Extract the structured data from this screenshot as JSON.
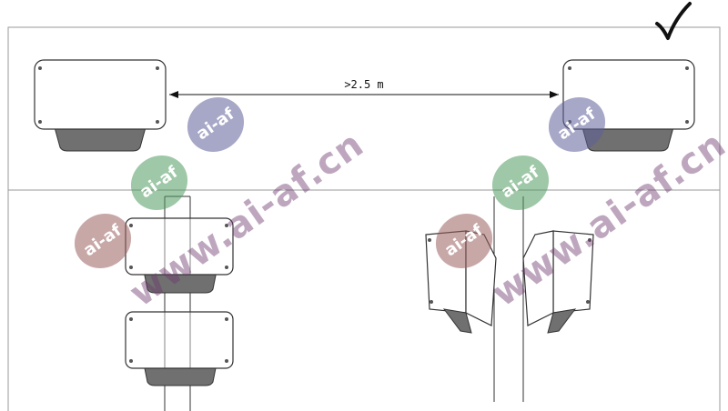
{
  "dimension": {
    "label": ">2.5 m"
  },
  "check_icon": "checkmark-icon",
  "watermark": {
    "badge_text": "ai-af",
    "url_text": "www.ai-af.cn",
    "colors": {
      "badge_purple": "#5f5f9a",
      "badge_green": "#4f9a5f",
      "badge_red": "#9a5f5f",
      "url_red": "#9a2f2f",
      "url_purple": "#4f4f8f",
      "url_green": "#3f8f4f"
    }
  },
  "colors": {
    "line": "#333333",
    "frame": "#999999",
    "housing": "#ffffff",
    "lens": "#707070",
    "lens_dark": "#555555"
  }
}
